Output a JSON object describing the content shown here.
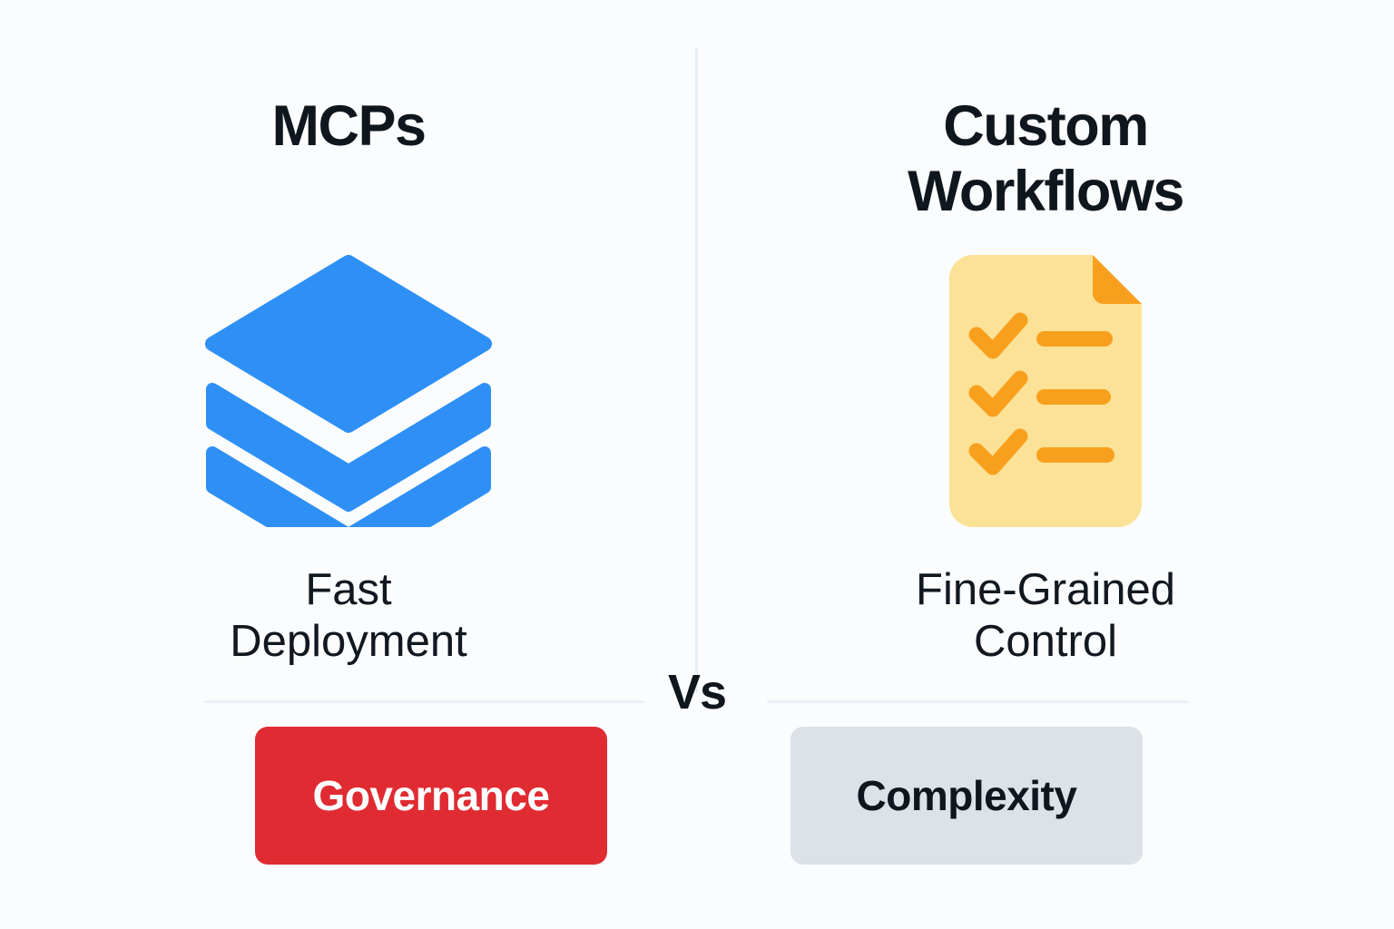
{
  "background_color": "#fafcfe",
  "divider": {
    "color": "#e9f0f7",
    "vs_label": "Vs"
  },
  "columns": [
    {
      "id": "mcps",
      "title": "MCPs",
      "icon": "layers-icon",
      "icon_color": "#2e90f5",
      "caption": "Fast\nDeployment",
      "pill": {
        "label": "Governance",
        "background": "#e02b32",
        "text_color": "#ffffff"
      }
    },
    {
      "id": "custom-workflows",
      "title": "Custom\nWorkflows",
      "icon": "checklist-document-icon",
      "icon_color": "#f59e1b",
      "icon_paper_color": "#fce296",
      "caption": "Fine-Grained\nControl",
      "pill": {
        "label": "Complexity",
        "background": "#dde2e9",
        "text_color": "#10161d"
      }
    }
  ]
}
